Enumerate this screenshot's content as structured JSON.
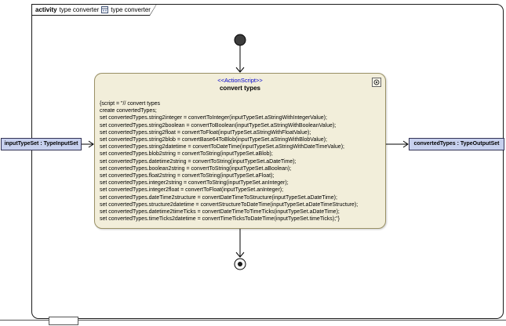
{
  "frame": {
    "keyword": "activity",
    "activity_name": "type converter",
    "diagram_name": "type converter"
  },
  "action": {
    "stereotype": "<<ActionScript>>",
    "name": "convert types",
    "script_lines": [
      "{script = \"// convert types",
      "create convertedTypes;",
      "set convertedTypes.string2integer = convertToInteger(inputTypeSet.aStringWithIntegerValue);",
      "set convertedTypes.string2boolean = convertToBoolean(inputTypeSet.aStringWithBooleanValue);",
      "set convertedTypes.string2float = convertToFloat(inputTypeSet.aStringWithFloatValue);",
      "set convertedTypes.string2blob = convertBase64ToBlob(inputTypeSet.aStringWithBlobValue);",
      "set convertedTypes.string2datetime = convertToDateTime(inputTypeSet.aStringWithDateTimeValue);",
      "set convertedTypes.blob2string = convertToString(inputTypeSet.aBlob);",
      "set convertedTypes.datetime2string = convertToString(inputTypeSet.aDateTime);",
      "set convertedTypes.boolean2string = convertToString(inputTypeSet.aBoolean);",
      "set convertedTypes.float2string = convertToString(inputTypeSet.aFloat);",
      "set convertedTypes.integer2string = convertToString(inputTypeSet.anInteger);",
      "set convertedTypes.integer2float = convertToFloat(inputTypeSet.anInteger);",
      "set convertedTypes.dateTime2structure = convertDateTimeToStructure(inputTypeSet.aDateTime);",
      "set convertedTypes.structure2datetime = convertStructureToDateTime(inputTypeSet.aDateTimeStructure);",
      "set convertedTypes.datetime2timeTicks = convertDateTimeToTimeTicks(inputTypeSet.aDateTime);",
      "set convertedTypes.timeTicks2datetime = convertTimeTicksToDateTime(inputTypeSet.timeTicks);\"}"
    ]
  },
  "input_pin": {
    "label": "inputTypeSet : TypeInputSet"
  },
  "output_pin": {
    "label": "convertedTypes : TypeOutputSet"
  },
  "colors": {
    "action_fill": "#f2eeda",
    "action_border": "#9a9166",
    "pin_fill": "#c7d0ee",
    "pin_border": "#333355",
    "stereotype_text": "#0000cc"
  }
}
